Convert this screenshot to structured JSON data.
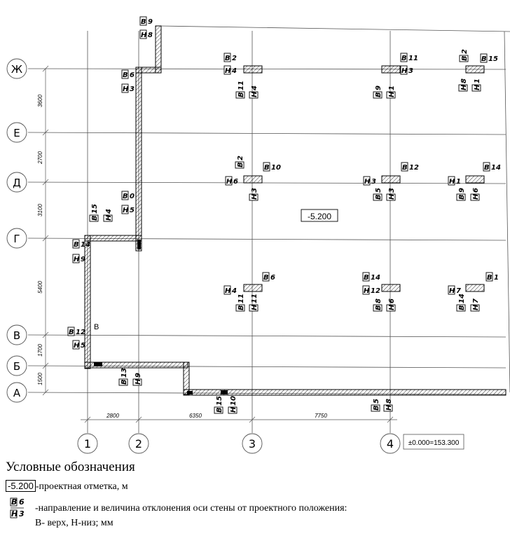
{
  "axes_rows": [
    {
      "label": "Ж"
    },
    {
      "label": "Е"
    },
    {
      "label": "Д"
    },
    {
      "label": "Г"
    },
    {
      "label": "В"
    },
    {
      "label": "Б"
    },
    {
      "label": "А"
    }
  ],
  "axes_cols": [
    {
      "label": "1"
    },
    {
      "label": "2"
    },
    {
      "label": "3"
    },
    {
      "label": "4"
    }
  ],
  "row_dims": [
    "3600",
    "2700",
    "3100",
    "5400",
    "1700",
    "1500"
  ],
  "col_dims": [
    "2800",
    "6350",
    "7750"
  ],
  "elevation": "-5.200",
  "zero_mark": "±0.000=153.300",
  "wall_label": "В",
  "deviations": [
    {
      "t": "В",
      "v": "9"
    },
    {
      "t": "Н",
      "v": "8"
    },
    {
      "t": "В",
      "v": "6"
    },
    {
      "t": "Н",
      "v": "3"
    },
    {
      "t": "В",
      "v": "15"
    },
    {
      "t": "Н",
      "v": "4"
    },
    {
      "t": "В",
      "v": "0"
    },
    {
      "t": "Н",
      "v": "5"
    },
    {
      "t": "В",
      "v": "14"
    },
    {
      "t": "Н",
      "v": "9"
    },
    {
      "t": "В",
      "v": "12"
    },
    {
      "t": "Н",
      "v": "5"
    },
    {
      "t": "В",
      "v": "13"
    },
    {
      "t": "Н",
      "v": "9"
    },
    {
      "t": "В",
      "v": "15"
    },
    {
      "t": "Н",
      "v": "10"
    },
    {
      "t": "В",
      "v": "5"
    },
    {
      "t": "Н",
      "v": "8"
    },
    {
      "t": "В",
      "v": "2"
    },
    {
      "t": "Н",
      "v": "4"
    },
    {
      "t": "В",
      "v": "11"
    },
    {
      "t": "Н",
      "v": "4"
    },
    {
      "t": "В",
      "v": "11"
    },
    {
      "t": "Н",
      "v": "3"
    },
    {
      "t": "В",
      "v": "9"
    },
    {
      "t": "Н",
      "v": "1"
    },
    {
      "t": "В",
      "v": "2"
    },
    {
      "t": "В",
      "v": "15"
    },
    {
      "t": "Н",
      "v": "1"
    },
    {
      "t": "Н",
      "v": "8"
    },
    {
      "t": "В",
      "v": "2"
    },
    {
      "t": "В",
      "v": "10"
    },
    {
      "t": "Н",
      "v": "6"
    },
    {
      "t": "Н",
      "v": "3"
    },
    {
      "t": "В",
      "v": "12"
    },
    {
      "t": "Н",
      "v": "3"
    },
    {
      "t": "В",
      "v": "5"
    },
    {
      "t": "Н",
      "v": "3"
    },
    {
      "t": "В",
      "v": "14"
    },
    {
      "t": "Н",
      "v": "1"
    },
    {
      "t": "В",
      "v": "9"
    },
    {
      "t": "Н",
      "v": "6"
    },
    {
      "t": "В",
      "v": "6"
    },
    {
      "t": "Н",
      "v": "4"
    },
    {
      "t": "В",
      "v": "11"
    },
    {
      "t": "Н",
      "v": "11"
    },
    {
      "t": "В",
      "v": "14"
    },
    {
      "t": "Н",
      "v": "12"
    },
    {
      "t": "В",
      "v": "8"
    },
    {
      "t": "Н",
      "v": "6"
    },
    {
      "t": "В",
      "v": "1"
    },
    {
      "t": "Н",
      "v": "7"
    },
    {
      "t": "В",
      "v": "14"
    },
    {
      "t": "Н",
      "v": "7"
    }
  ],
  "legend": {
    "title": "Условные обозначения",
    "elev_sample": "-5.200",
    "elev_text": "-проектная отметка, м",
    "dev_top_t": "В",
    "dev_top_v": "6",
    "dev_bot_t": "Н",
    "dev_bot_v": "3",
    "dev_text": "-направление и величина отклонения оси стены от проектного положения:",
    "dev_text2": "В- верх, Н-низ; мм"
  }
}
